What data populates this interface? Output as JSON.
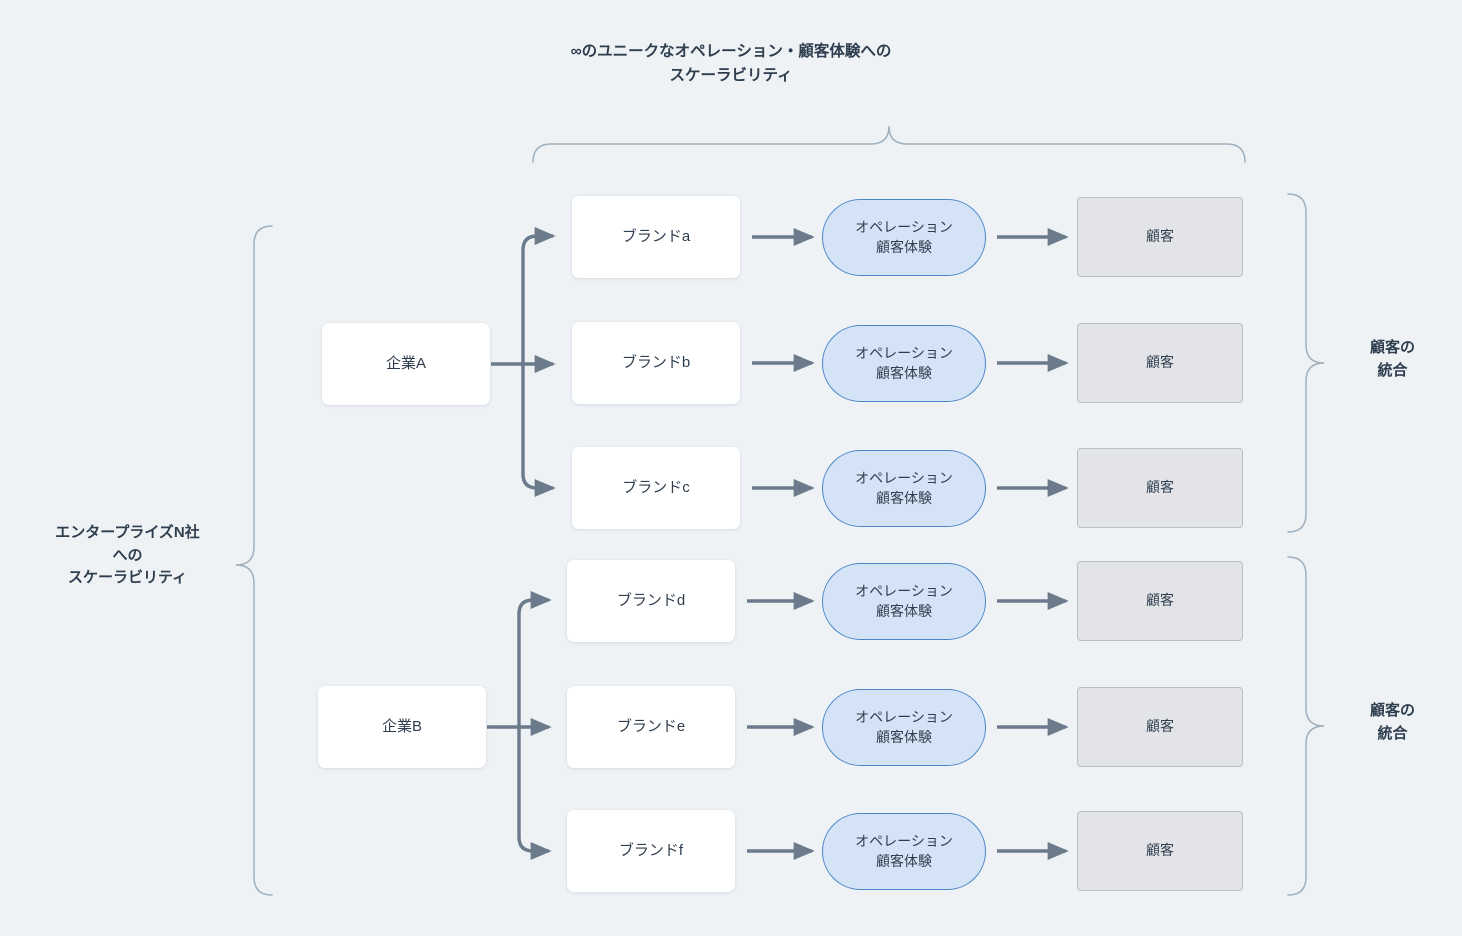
{
  "diagram": {
    "title_top_line1": "∞のユニークなオペレーション・顧客体験への",
    "title_top_line2": "スケーラビリティ",
    "left_label_line1": "エンタープライズN社",
    "left_label_line2": "への",
    "left_label_line3": "スケーラビリティ",
    "right_label_group1_line1": "顧客の",
    "right_label_group1_line2": "統合",
    "right_label_group2_line1": "顧客の",
    "right_label_group2_line2": "統合",
    "corps": [
      {
        "id": "corp-a",
        "label": "企業A"
      },
      {
        "id": "corp-b",
        "label": "企業B"
      }
    ],
    "rows": [
      {
        "id": "row-a",
        "brand": "ブランドa",
        "operation_line1": "オペレーション",
        "operation_line2": "顧客体験",
        "customer": "顧客"
      },
      {
        "id": "row-b",
        "brand": "ブランドb",
        "operation_line1": "オペレーション",
        "operation_line2": "顧客体験",
        "customer": "顧客"
      },
      {
        "id": "row-c",
        "brand": "ブランドc",
        "operation_line1": "オペレーション",
        "operation_line2": "顧客体験",
        "customer": "顧客"
      },
      {
        "id": "row-d",
        "brand": "ブランドd",
        "operation_line1": "オペレーション",
        "operation_line2": "顧客体験",
        "customer": "顧客"
      },
      {
        "id": "row-e",
        "brand": "ブランドe",
        "operation_line1": "オペレーション",
        "operation_line2": "顧客体験",
        "customer": "顧客"
      },
      {
        "id": "row-f",
        "brand": "ブランドf",
        "operation_line1": "オペレーション",
        "operation_line2": "顧客体験",
        "customer": "顧客"
      }
    ],
    "colors": {
      "background": "#eef2f5",
      "text": "#2f3e4f",
      "brand_box_fill": "#ffffff",
      "operation_fill": "#d5e3f6",
      "operation_border": "#4a86c9",
      "customer_fill": "#e2e4e7",
      "customer_border": "#b9bfc6",
      "arrow": "#6b7b8c",
      "brace": "#9fb0bf"
    }
  }
}
